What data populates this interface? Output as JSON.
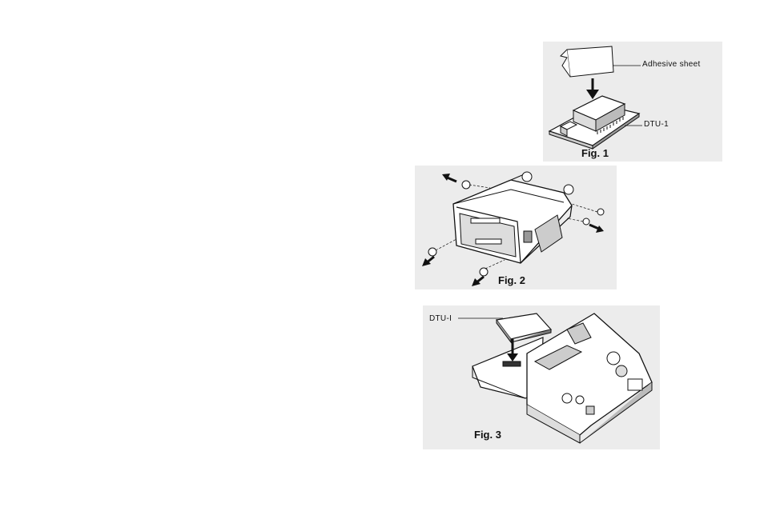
{
  "figures": [
    {
      "caption": "Fig. 1",
      "labels": [
        "Adhesive sheet",
        "DTU-1"
      ]
    },
    {
      "caption": "Fig. 2",
      "labels": []
    },
    {
      "caption": "Fig. 3",
      "labels": [
        "DTU-I"
      ]
    }
  ]
}
